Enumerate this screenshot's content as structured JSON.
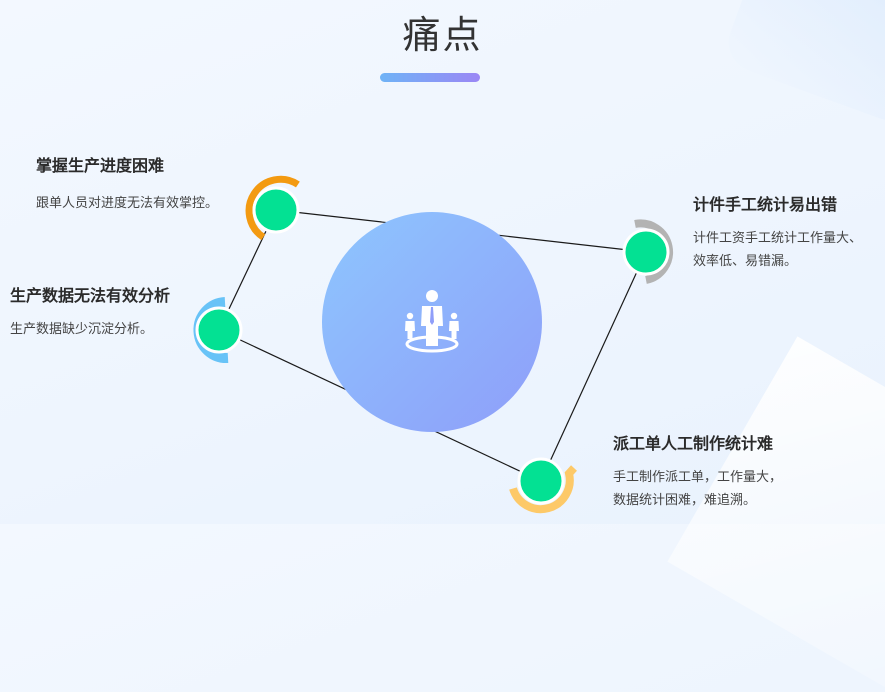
{
  "page": {
    "title": "痛点"
  },
  "colors": {
    "node": "#03e193",
    "orange": "#f39a11",
    "blue": "#68c3f7",
    "gray": "#b3b3b3",
    "yellow": "#fdc968",
    "line": "#1a1a1a",
    "accent_start": "#6fb3f6",
    "accent_end": "#9b87f5"
  },
  "center": {
    "icon": "people-leader-icon"
  },
  "points": [
    {
      "id": "progress",
      "title": "掌握生产进度困难",
      "desc": [
        "跟单人员对进度无法有效掌控。"
      ]
    },
    {
      "id": "data",
      "title": "生产数据无法有效分析",
      "desc": [
        "生产数据缺少沉淀分析。"
      ]
    },
    {
      "id": "piecework",
      "title": "计件手工统计易出错",
      "desc": [
        "计件工资手工统计工作量大、",
        "效率低、易错漏。"
      ]
    },
    {
      "id": "dispatch",
      "title": "派工单人工制作统计难",
      "desc": [
        "手工制作派工单，工作量大，",
        "数据统计困难，难追溯。"
      ]
    }
  ]
}
